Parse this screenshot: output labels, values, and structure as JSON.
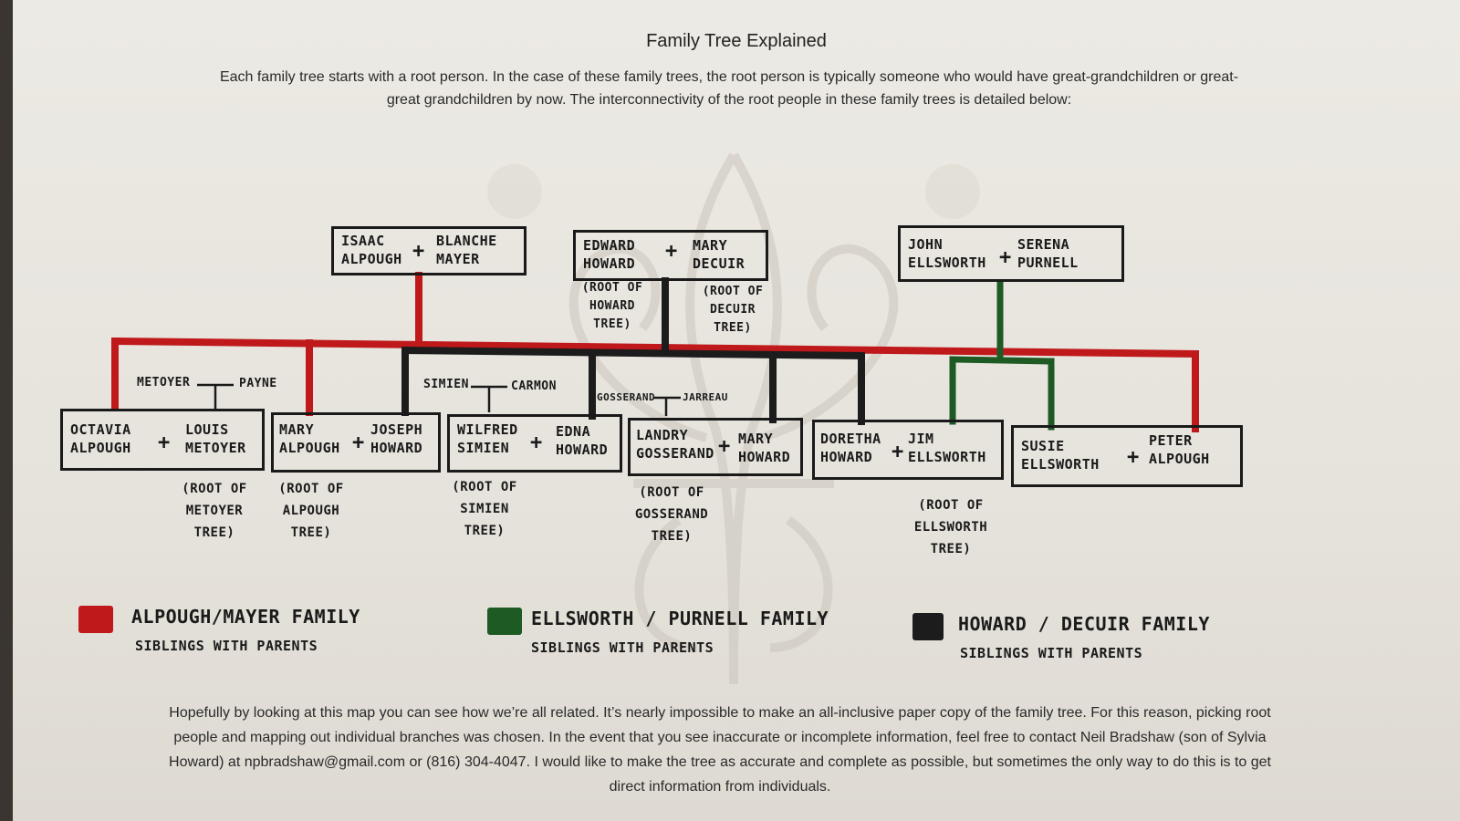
{
  "title": "Family Tree Explained",
  "intro": "Each family tree starts with a root person. In the case of these family trees, the root person is typically someone who would have great-grandchildren or great-great grandchildren by now. The interconnectivity of the root people in these family trees is detailed below:",
  "footer": "Hopefully by looking at this map you can see how we’re all related. It’s nearly impossible to make an all-inclusive paper copy of the family tree. For this reason, picking root people and mapping out individual branches was chosen. In the event that you see inaccurate or incomplete information, feel free to contact Neil Bradshaw (son of Sylvia Howard) at npbradshaw@gmail.com or (816) 304-4047. I would like to make the tree as accurate and complete as possible, but sometimes the only way to do this is to get direct information from individuals.",
  "colors": {
    "alpough_mayer": "#c0191c",
    "ellsworth_purnell": "#1d5a24",
    "howard_decuir": "#1c1c1c"
  },
  "top_couples": [
    {
      "left": "Isaac\nAlpough",
      "plus": "+",
      "right": "Blanche\nMayer"
    },
    {
      "left": "Edward\nHoward",
      "plus": "+",
      "right": "Mary\nDecuir"
    },
    {
      "left": "John\nEllsworth",
      "plus": "+",
      "right": "Serena\nPurnell"
    }
  ],
  "top_notes": {
    "howard_root": "(Root of\nHoward\nTree)",
    "decuir_root": "(Root of\nDecuir\nTree)"
  },
  "child_couples": [
    {
      "left": "Octavia\nAlpough",
      "plus": "+",
      "right": "Louis\nMetoyer"
    },
    {
      "left": "Mary\nAlpough",
      "plus": "+",
      "right": "Joseph\nHoward"
    },
    {
      "left": "Wilfred\nSimien",
      "plus": "+",
      "right": "Edna\nHoward"
    },
    {
      "left": "Landry\nGosserand",
      "plus": "+",
      "right": "Mary\nHoward"
    },
    {
      "left": "Doretha\nHoward",
      "plus": "+",
      "right": "Jim\nEllsworth"
    },
    {
      "left": "Susie\nEllsworth",
      "plus": "+",
      "right": "Peter\nAlpough"
    }
  ],
  "parent_links": [
    {
      "left": "Metoyer",
      "right": "Payne"
    },
    {
      "left": "Simien",
      "right": "Carmon"
    },
    {
      "left": "Gosserand",
      "right": "Jarreau"
    }
  ],
  "child_notes": {
    "metoyer_root": "(Root of\nMetoyer\nTree)",
    "alpough_root": "(Root of\nAlpough\nTree)",
    "simien_root": "(Root of\nSimien\nTree)",
    "gosserand_root": "(Root of\nGosserand\nTree)",
    "ellsworth_root": "(Root of\nEllsworth\nTree)"
  },
  "legend": [
    {
      "label": "Alpough/Mayer Family",
      "sub": "Siblings with Parents",
      "color": "#c0191c"
    },
    {
      "label": "Ellsworth / Purnell Family",
      "sub": "Siblings with Parents",
      "color": "#1d5a24"
    },
    {
      "label": "Howard / Decuir Family",
      "sub": "Siblings with Parents",
      "color": "#1c1c1c"
    }
  ]
}
